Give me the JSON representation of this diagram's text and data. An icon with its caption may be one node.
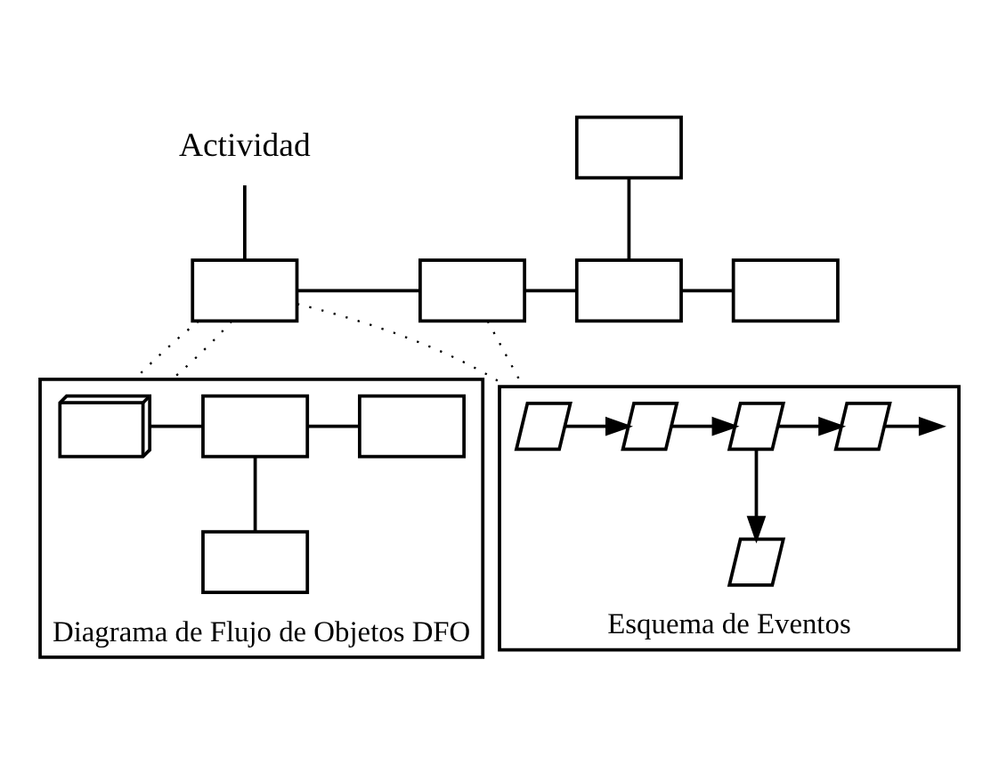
{
  "diagram": {
    "nodes": [
      {
        "text": [
          "Actividad"
        ]
      },
      {
        "text": [],
        "shape": "box"
      },
      {
        "text": [],
        "shape": "box"
      },
      {
        "text": [],
        "shape": "box"
      },
      {
        "text": [],
        "shape": "box"
      },
      {
        "text": [],
        "shape": "box"
      },
      {
        "text": [
          "Diagrama de Flujo de Objetos DFO"
        ]
      },
      {
        "text": [],
        "shape": "cube",
        "in": 6
      },
      {
        "text": [],
        "shape": "box",
        "in": 6
      },
      {
        "text": [],
        "shape": "box",
        "in": 6
      },
      {
        "text": [],
        "shape": "box",
        "in": 6
      },
      {
        "text": [
          "Esquema de Eventos"
        ]
      },
      {
        "text": [],
        "shape": "parallelogram",
        "in": 11
      },
      {
        "text": [],
        "shape": "parallelogram",
        "in": 11
      },
      {
        "text": [],
        "shape": "parallelogram",
        "in": 11
      },
      {
        "text": [],
        "shape": "parallelogram",
        "in": 11
      },
      {
        "text": [],
        "shape": "parallelogram",
        "in": 11
      }
    ],
    "edges": [
      {
        "from": 0,
        "to": 1,
        "arrow": "none"
      },
      {
        "from": 1,
        "to": 2,
        "arrow": "none"
      },
      {
        "from": 2,
        "to": 3,
        "arrow": "none"
      },
      {
        "from": 3,
        "to": 4,
        "arrow": "none"
      },
      {
        "from": 5,
        "to": 3,
        "arrow": "none"
      },
      {
        "from": 1,
        "to": 6,
        "arrow": "none",
        "style": "dashed"
      },
      {
        "from": 1,
        "to": 6,
        "arrow": "none",
        "style": "dashed"
      },
      {
        "from": 1,
        "to": 11,
        "arrow": "none",
        "style": "dashed"
      },
      {
        "from": 2,
        "to": 11,
        "arrow": "none",
        "style": "dashed"
      },
      {
        "from": 7,
        "to": 8,
        "arrow": "none"
      },
      {
        "from": 8,
        "to": 9,
        "arrow": "none"
      },
      {
        "from": 8,
        "to": 10,
        "arrow": "none"
      },
      {
        "from": 12,
        "to": 13,
        "arrow": "to"
      },
      {
        "from": 13,
        "to": 14,
        "arrow": "to"
      },
      {
        "from": 14,
        "to": 15,
        "arrow": "to"
      },
      {
        "from": 15,
        "to": null,
        "arrow": "to"
      },
      {
        "from": 14,
        "to": 16,
        "arrow": "to"
      }
    ]
  }
}
